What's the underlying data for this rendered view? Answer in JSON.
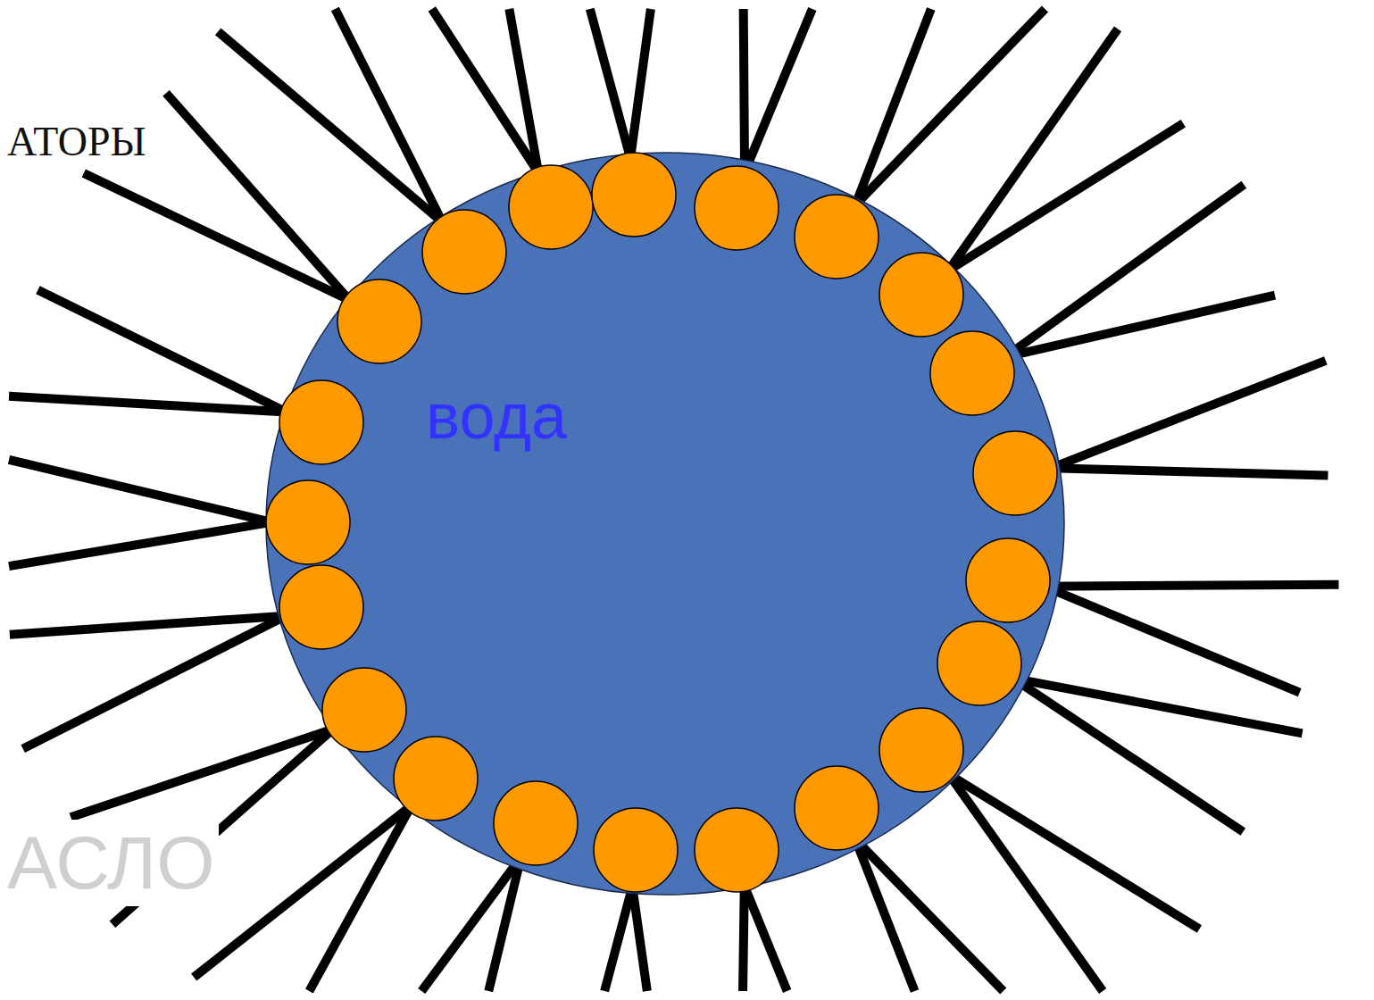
{
  "diagram": {
    "nodes": [
      {
        "text": [
          "вода"
        ]
      }
    ],
    "labels": [
      "АТОРЫ",
      "АСЛО"
    ]
  }
}
